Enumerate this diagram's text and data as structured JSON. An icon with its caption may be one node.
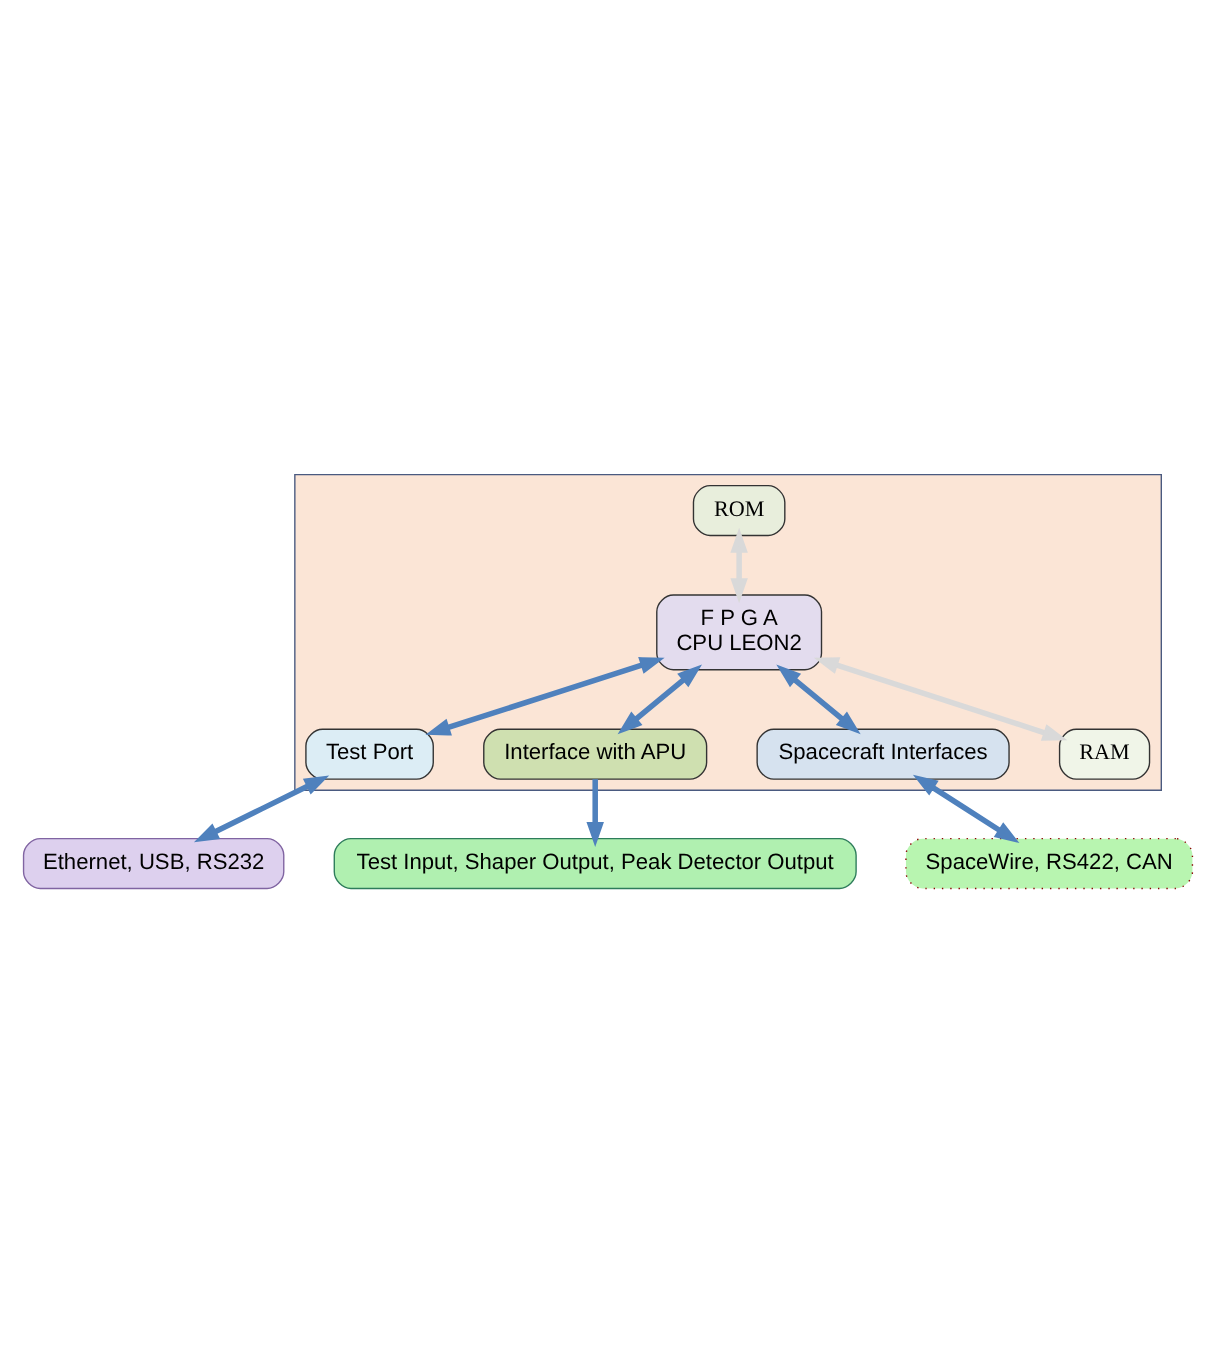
{
  "diagram": {
    "nodes": [
      {
        "text": [
          "Ethernet, USB, RS232"
        ]
      },
      {
        "text": [],
        "shape": "box"
      },
      {
        "text": [
          "Test Port"
        ],
        "in": 1
      },
      {
        "text": [
          "ROM"
        ],
        "in": 1
      },
      {
        "text": [
          "F P G A",
          "CPU LEON2"
        ],
        "in": 1
      },
      {
        "text": [
          "Interface with APU"
        ],
        "in": 1
      },
      {
        "text": [
          "Spacecraft Interfaces"
        ],
        "in": 1
      },
      {
        "text": [
          "RAM"
        ],
        "in": 1
      },
      {
        "text": [
          "SpaceWire, RS422, CAN"
        ]
      },
      {
        "text": [
          "Test Input, Shaper Output, Peak Detector Output"
        ]
      }
    ],
    "edges": [
      {
        "from": 2,
        "to": 0,
        "arrow": "both"
      },
      {
        "from": 4,
        "to": 2,
        "arrow": "both"
      },
      {
        "from": 4,
        "to": 6,
        "arrow": "both"
      },
      {
        "from": 6,
        "to": 8,
        "arrow": "both"
      },
      {
        "from": 3,
        "to": 4,
        "arrow": "both",
        "color": "#d9d9d9"
      },
      {
        "from": 4,
        "to": 7,
        "arrow": "both",
        "color": "#d9d9d9"
      },
      {
        "from": 4,
        "to": 5,
        "arrow": "both"
      },
      {
        "from": 5,
        "to": 9,
        "arrow": "to"
      }
    ]
  }
}
